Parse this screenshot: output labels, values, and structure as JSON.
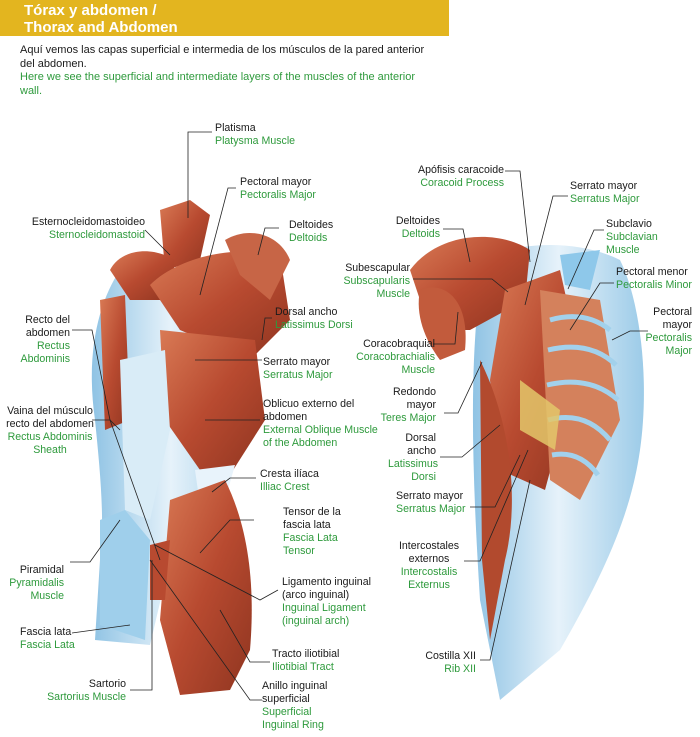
{
  "header": {
    "title_es": "Tórax y abdomen /",
    "title_en": "Thorax and Abdomen"
  },
  "intro": {
    "es": "Aquí vemos las capas superficial e intermedia de los músculos de la pared anterior del abdomen.",
    "en": "Here we see the superficial and intermediate layers of the muscles of the anterior wall."
  },
  "labels": {
    "platisma": {
      "es": "Platisma",
      "en": "Platysma Muscle"
    },
    "esternocleido": {
      "es": "Esternocleidomastoideo",
      "en": "Sternocleidomastoid"
    },
    "pectoral_mayor": {
      "es": "Pectoral mayor",
      "en": "Pectoralis Major"
    },
    "deltoides_left": {
      "es": "Deltoides",
      "en": "Deltoids"
    },
    "recto": {
      "es": "Recto del abdomen",
      "en": "Rectus Abdominis"
    },
    "dorsal_left": {
      "es": "Dorsal ancho",
      "en": "Latissimus Dorsi"
    },
    "serrato_left": {
      "es": "Serrato mayor",
      "en": "Serratus Major"
    },
    "vaina": {
      "es": "Vaina del músculo recto del abdomen",
      "en": "Rectus Abdominis Sheath"
    },
    "oblicuo": {
      "es": "Oblicuo externo del abdomen",
      "en": "External Oblique Muscle of the Abdomen"
    },
    "cresta": {
      "es": "Cresta ilíaca",
      "en": "Illiac Crest"
    },
    "tensor": {
      "es": "Tensor de la fascia lata",
      "en": "Fascia Lata Tensor"
    },
    "piramidal": {
      "es": "Piramidal",
      "en": "Pyramidalis Muscle"
    },
    "ligamento": {
      "es": "Ligamento inguinal (arco inguinal)",
      "en": "Inguinal Ligament (inguinal arch)"
    },
    "fascia_lata": {
      "es": "Fascia lata",
      "en": "Fascia Lata"
    },
    "tracto": {
      "es": "Tracto iliotibial",
      "en": "Iliotibial Tract"
    },
    "sartorio": {
      "es": "Sartorio",
      "en": "Sartorius Muscle"
    },
    "anillo": {
      "es": "Anillo inguinal superficial",
      "en": "Superficial Inguinal Ring"
    },
    "apofisis": {
      "es": "Apófisis caracoide",
      "en": "Coracoid Process"
    },
    "deltoides_right": {
      "es": "Deltoides",
      "en": "Deltoids"
    },
    "serrato_right_top": {
      "es": "Serrato mayor",
      "en": "Serratus Major"
    },
    "subclavio": {
      "es": "Subclavio",
      "en": "Subclavian Muscle"
    },
    "subescapular": {
      "es": "Subescapular",
      "en": "Subscapularis Muscle"
    },
    "pectoral_menor": {
      "es": "Pectoral menor",
      "en": "Pectoralis Minor"
    },
    "pectoral_mayor_right": {
      "es": "Pectoral mayor",
      "en": "Pectoralis Major"
    },
    "coracobraquial": {
      "es": "Coracobraquial",
      "en": "Coracobrachialis Muscle"
    },
    "redondo": {
      "es": "Redondo mayor",
      "en": "Teres Major"
    },
    "dorsal_right": {
      "es": "Dorsal ancho",
      "en": "Latissimus Dorsi"
    },
    "serrato_right_bottom": {
      "es": "Serrato mayor",
      "en": "Serratus Major"
    },
    "intercostales": {
      "es": "Intercostales externos",
      "en": "Intercostalis Externus"
    },
    "costilla": {
      "es": "Costilla XII",
      "en": "Rib XII"
    }
  },
  "colors": {
    "header_bg": "#e3b51f",
    "english_text": "#2e9a3c",
    "muscle": "#c0593a",
    "fascia": "#b9d9ee"
  }
}
